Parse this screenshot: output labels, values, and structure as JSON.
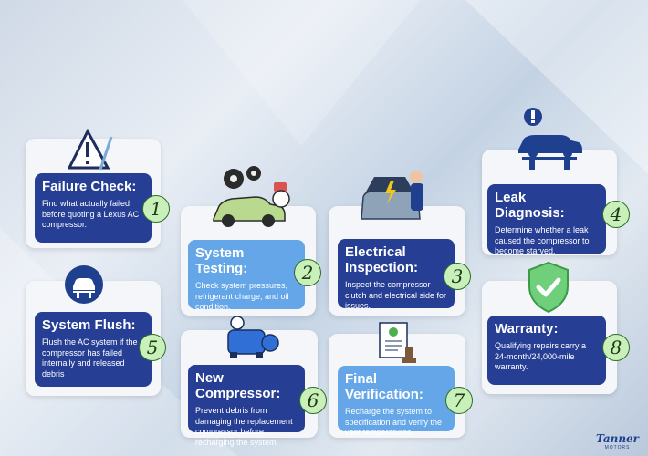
{
  "steps": [
    {
      "num": "1",
      "title": "Failure Check:",
      "text": "Find what actually failed before quoting a Lexus AC compressor.",
      "icon": "warning-sign-icon"
    },
    {
      "num": "2",
      "title": "System Testing:",
      "text": "Check system pressures, refrigerant charge, and oil condition.",
      "icon": "car-gears-gauge-icon"
    },
    {
      "num": "3",
      "title": "Electrical Inspection:",
      "text": "Inspect the compressor clutch and electrical side for issues.",
      "icon": "mechanic-hood-icon"
    },
    {
      "num": "4",
      "title": "Leak Diagnosis:",
      "text": "Determine whether a leak caused the compressor to become starved.",
      "icon": "car-lift-alert-icon"
    },
    {
      "num": "5",
      "title": "System Flush:",
      "text": "Flush the AC system if the compressor has failed internally and released debris",
      "icon": "car-lift-circle-icon"
    },
    {
      "num": "6",
      "title": "New Compressor:",
      "text": "Prevent debris from damaging the replacement compressor before recharging the system.",
      "icon": "compressor-icon"
    },
    {
      "num": "7",
      "title": "Final Verification:",
      "text": "Recharge the system to specification and verify the vent temperatures.",
      "icon": "document-stamp-icon"
    },
    {
      "num": "8",
      "title": "Warranty:",
      "text": "Qualifying repairs carry a 24-month/24,000-mile warranty.",
      "icon": "shield-check-icon"
    }
  ],
  "logo": {
    "name": "Tanner",
    "sub": "MOTORS"
  },
  "colors": {
    "dark_panel": "#263f95",
    "light_panel": "#64a6e8",
    "number_fill": "#c8f0b8"
  }
}
